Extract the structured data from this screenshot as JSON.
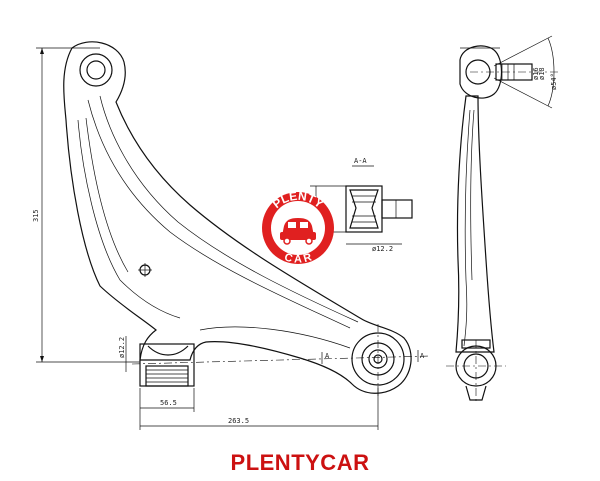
{
  "brand_name": "PLENTYCAR",
  "logo": {
    "top_text": "PLENTY",
    "bottom_text": "CAR",
    "color": "#e02020"
  },
  "section_label": "A-A",
  "dimensions": {
    "height": "315",
    "bushing_dia_left": "ø12.2",
    "bushing_dia_section": "ø12.2",
    "width_small": "56.5",
    "width_total": "263.5",
    "ball_dia_1": "ø16",
    "ball_dia_2": "ø18",
    "cone_angle": "ø54°"
  },
  "section_marks": {
    "left": "A",
    "right": "A"
  },
  "colors": {
    "line": "#111111",
    "brand": "#cc1111"
  }
}
